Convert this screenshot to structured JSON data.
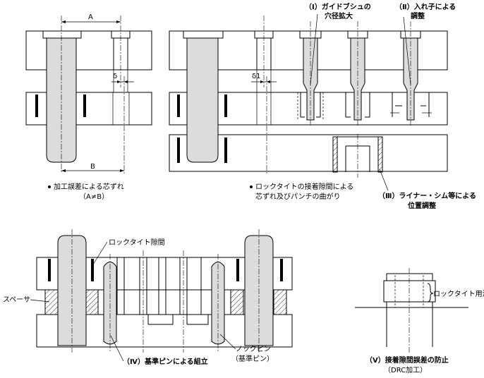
{
  "labels": {
    "dim_a": "A",
    "dim_b": "B",
    "delta": "δ",
    "delta1": "δ1",
    "note1_line1": "加工誤差による芯ずれ",
    "note1_line2": "（A≠B）",
    "note2_line1": "ロックタイトの接着隙間による",
    "note2_line2": "芯ずれ及びパンチの曲がり",
    "note_i_line1": "（Ⅰ）ガイドブシュの",
    "note_i_line2": "穴径拡大",
    "note_ii_line1": "（Ⅱ）入れ子による",
    "note_ii_line2": "調整",
    "note_iii_line1": "（Ⅲ）ライナー・シム等による",
    "note_iii_line2": "位置調整",
    "gap_label": "ロックタイト隙間",
    "spacer_label": "スペーサ",
    "note_iv": "（Ⅳ）基準ピンによる組立",
    "knock_pin_line1": "ノックピン",
    "knock_pin_line2": "（基準ピン）",
    "groove_label": "ロックタイト用溝",
    "note_v_line1": "（Ⅴ）接着隙間誤差の防止",
    "note_v_line2": "（DRC加工）"
  }
}
